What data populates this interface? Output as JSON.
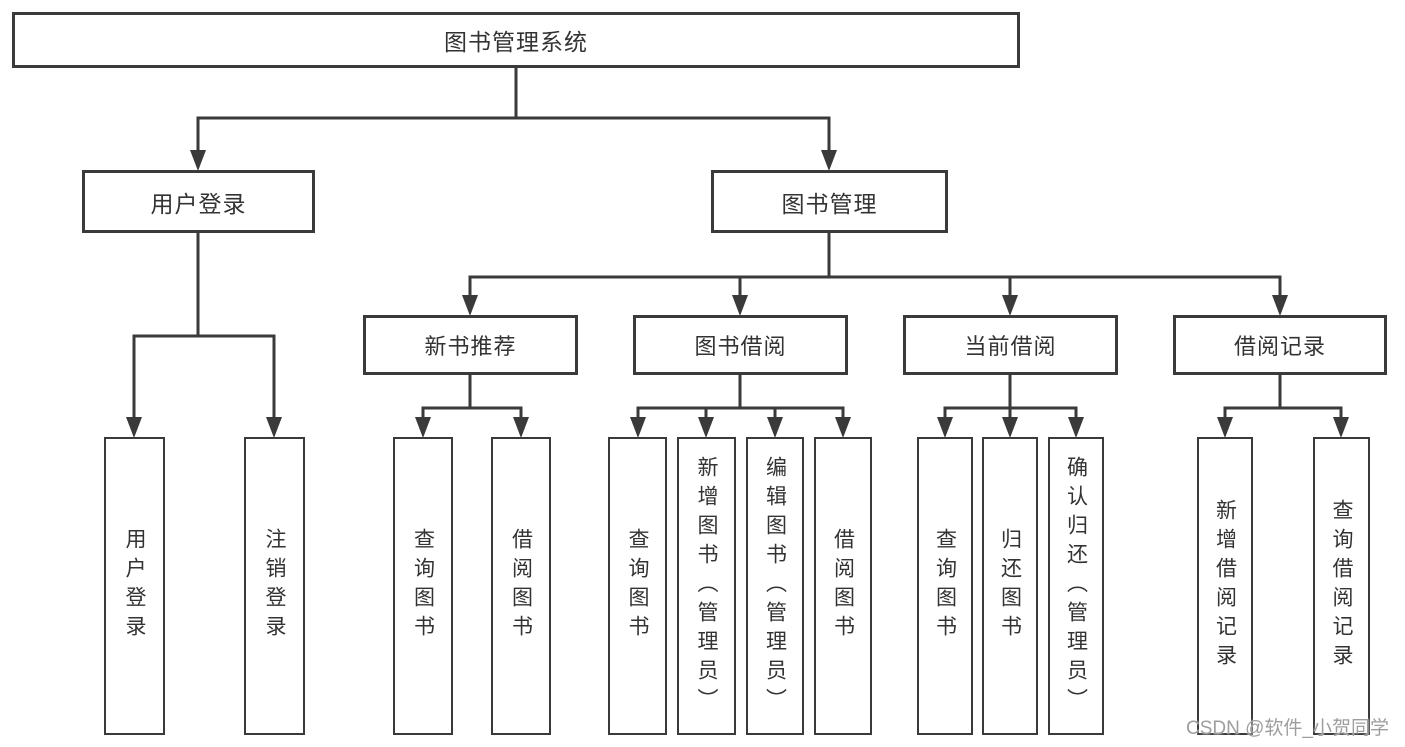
{
  "diagram": {
    "type": "hierarchy-tree",
    "title": "图书管理系统",
    "watermark": "CSDN @软件_小贺同学",
    "colors": {
      "line": "#3a3a3a",
      "box_background": "#ffffff",
      "text": "#333333",
      "watermark": "#9e9e9e"
    },
    "nodes": {
      "root": {
        "label": "图书管理系统"
      },
      "user_login": {
        "label": "用户登录"
      },
      "book_management": {
        "label": "图书管理"
      },
      "user_login_action": {
        "label": "用户登录"
      },
      "logout_action": {
        "label": "注销登录"
      },
      "new_book_recommend": {
        "label": "新书推荐"
      },
      "book_borrow": {
        "label": "图书借阅"
      },
      "current_borrow": {
        "label": "当前借阅"
      },
      "borrow_record": {
        "label": "借阅记录"
      },
      "nb_query_book": {
        "label": "查询图书"
      },
      "nb_borrow_book": {
        "label": "借阅图书"
      },
      "bb_query_book": {
        "label": "查询图书"
      },
      "bb_add_book": {
        "label": "新增图书（管理员）"
      },
      "bb_edit_book": {
        "label": "编辑图书（管理员）"
      },
      "bb_borrow_book": {
        "label": "借阅图书"
      },
      "cb_query_book": {
        "label": "查询图书"
      },
      "cb_return_book": {
        "label": "归还图书"
      },
      "cb_confirm_return": {
        "label": "确认归还（管理员）"
      },
      "br_add_record": {
        "label": "新增借阅记录"
      },
      "br_query_record": {
        "label": "查询借阅记录"
      }
    }
  }
}
